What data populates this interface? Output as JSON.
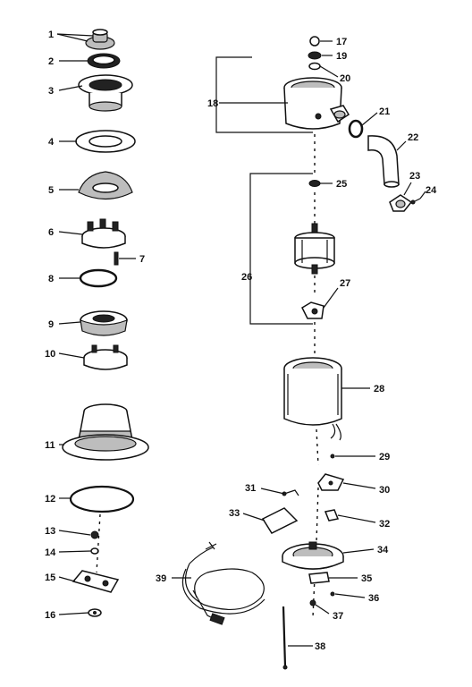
{
  "labels": {
    "p1": "1",
    "p2": "2",
    "p3": "3",
    "p4": "4",
    "p5": "5",
    "p6": "6",
    "p7": "7",
    "p8": "8",
    "p9": "9",
    "p10": "10",
    "p11": "11",
    "p12": "12",
    "p13": "13",
    "p14": "14",
    "p15": "15",
    "p16": "16",
    "p17": "17",
    "p18": "18",
    "p19": "19",
    "p20": "20",
    "p21": "21",
    "p22": "22",
    "p23": "23",
    "p24": "24",
    "p25": "25",
    "p26": "26",
    "p27": "27",
    "p28": "28",
    "p29": "29",
    "p30": "30",
    "p31": "31",
    "p32": "32",
    "p33": "33",
    "p34": "34",
    "p35": "35",
    "p36": "36",
    "p37": "37",
    "p38": "38",
    "p39": "39"
  }
}
